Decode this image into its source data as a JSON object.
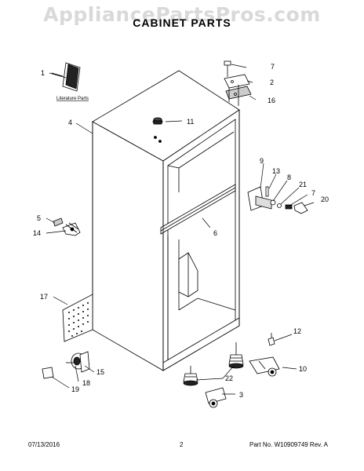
{
  "watermark": "AppliancePartsPros.com",
  "title": "CABINET PARTS",
  "literature_label": "Literature Parts",
  "callouts": [
    "1",
    "2",
    "3",
    "4",
    "5",
    "6",
    "7",
    "7",
    "8",
    "9",
    "10",
    "11",
    "12",
    "13",
    "14",
    "15",
    "16",
    "17",
    "18",
    "19",
    "20",
    "21",
    "22"
  ],
  "footer": {
    "date": "07/13/2016",
    "page": "2",
    "part_no": "Part No.  W10909749  Rev. A"
  }
}
